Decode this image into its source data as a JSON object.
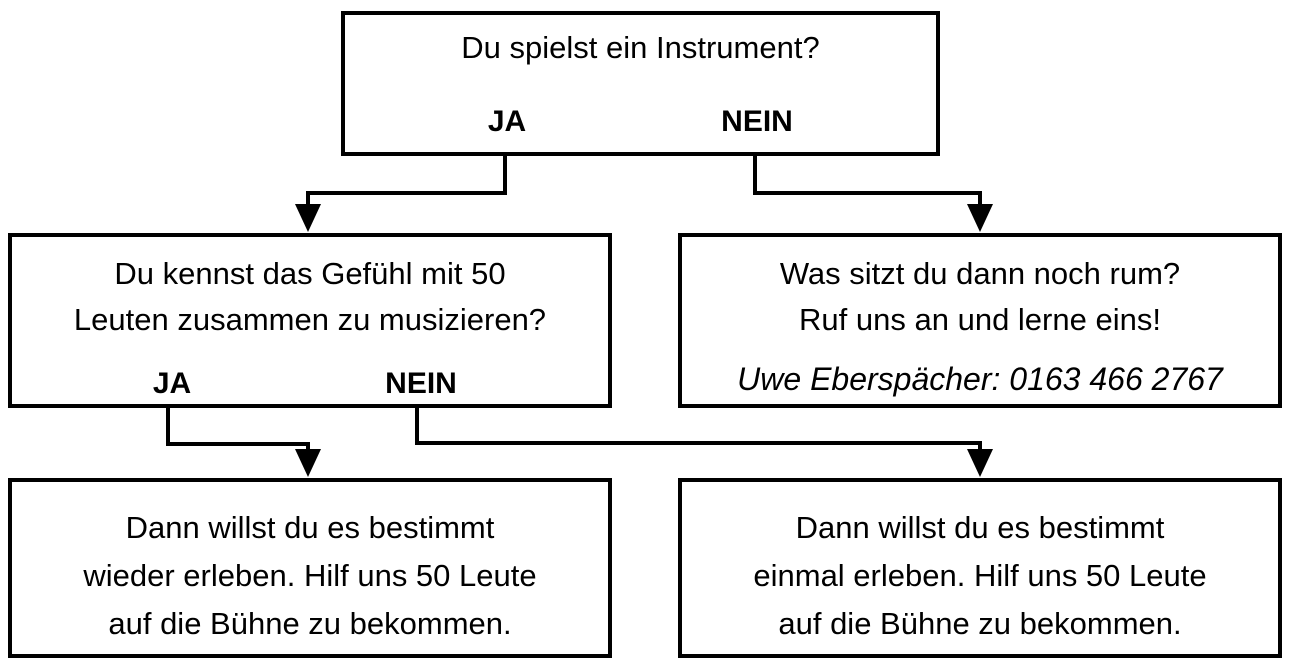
{
  "colors": {
    "background": "#ffffff",
    "text": "#000000",
    "box_border": "#000000",
    "connector_line": "#000000"
  },
  "flowchart": {
    "root": {
      "question": "Du spielst ein Instrument?",
      "yes_label": "JA",
      "no_label": "NEIN"
    },
    "branch_yes": {
      "line1": "Du kennst das Gefühl mit 50",
      "line2": "Leuten zusammen zu musizieren?",
      "yes_label": "JA",
      "no_label": "NEIN"
    },
    "branch_no": {
      "line1": "Was sitzt du dann noch rum?",
      "line2": "Ruf uns an und lerne eins!",
      "contact": "Uwe Eberspächer: 0163 466 2767"
    },
    "leaf_yes_yes": {
      "line1": "Dann willst du es bestimmt",
      "line2": "wieder erleben. Hilf uns 50 Leute",
      "line3": "auf die Bühne zu bekommen."
    },
    "leaf_yes_no": {
      "line1": "Dann willst du es bestimmt",
      "line2": "einmal erleben. Hilf uns 50 Leute",
      "line3": "auf die Bühne zu bekommen."
    }
  }
}
